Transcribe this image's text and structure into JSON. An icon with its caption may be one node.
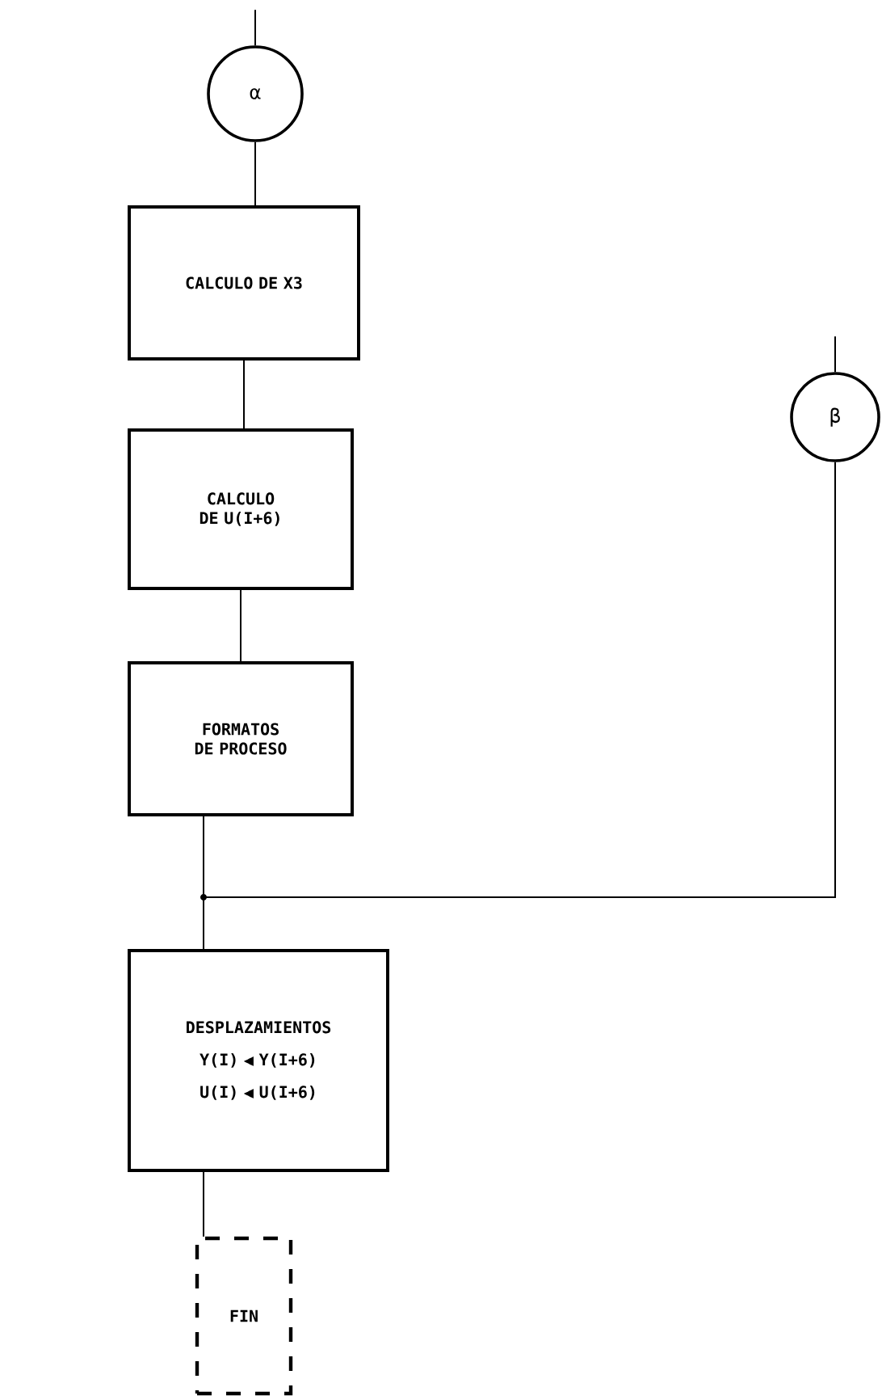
{
  "diagram": {
    "nodes": [
      {
        "text": [
          "α"
        ]
      },
      {
        "text": [
          "CALCULO DE X3"
        ]
      },
      {
        "text": [
          "CALCULO DE U(I+6)"
        ]
      },
      {
        "text": [
          "FORMATOS DE PROCESO"
        ]
      },
      {
        "text": [
          "β"
        ]
      },
      {
        "text": [
          "DESPLAZAMIENTOS",
          "Y(I) ◀ Y(I+6)",
          "U(I) ◀ U(I+6)"
        ]
      },
      {
        "text": [
          "FIN"
        ]
      }
    ],
    "edges": [
      {
        "from": null,
        "to": 0,
        "arrow": "none"
      },
      {
        "from": 0,
        "to": 1,
        "arrow": "none"
      },
      {
        "from": 1,
        "to": 2,
        "arrow": "none"
      },
      {
        "from": 2,
        "to": 3,
        "arrow": "none"
      },
      {
        "from": 3,
        "to": 5,
        "arrow": "none"
      },
      {
        "from": null,
        "to": 4,
        "arrow": "none"
      },
      {
        "from": 4,
        "to": 5,
        "arrow": "none"
      },
      {
        "from": 5,
        "to": 6,
        "arrow": "none"
      }
    ]
  }
}
